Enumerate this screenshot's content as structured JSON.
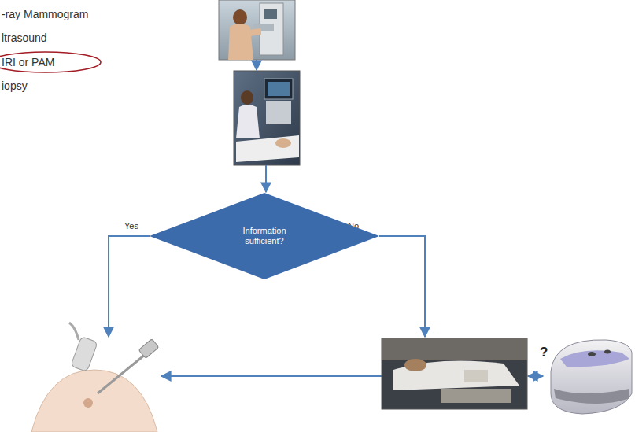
{
  "diagram": {
    "nodes": [
      {
        "text": [
          "Information sufficient?"
        ]
      }
    ],
    "labels": [
      "-ray Mammogram",
      "ltrasound",
      "IRI or PAM",
      "iopsy",
      "Yes",
      "No",
      "?"
    ]
  }
}
